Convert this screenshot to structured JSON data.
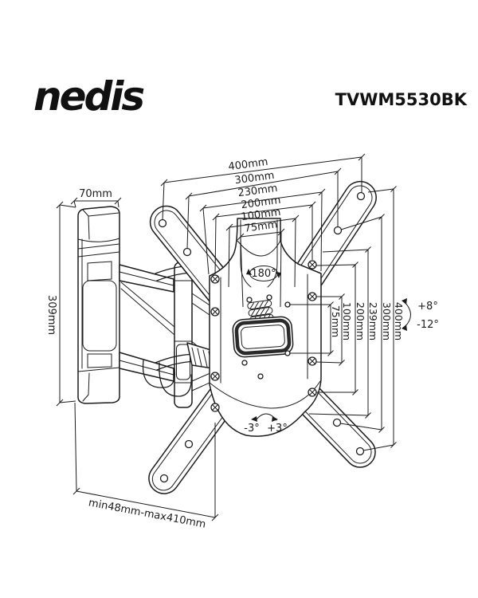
{
  "header": {
    "logo": "nedis",
    "product_code": "TVWM5530BK"
  },
  "dimensions": {
    "top": [
      "400mm",
      "300mm",
      "230mm",
      "200mm",
      "100mm",
      "75mm"
    ],
    "right": [
      "75mm",
      "100mm",
      "200mm",
      "239mm",
      "300mm",
      "400mm"
    ],
    "wall_plate_width": "70mm",
    "wall_plate_height": "309mm",
    "extension_range": "min48mm-max410mm"
  },
  "angles": {
    "swivel": "180°",
    "tilt_up": "+8°",
    "tilt_down": "-12°",
    "rotate_left": "-3°",
    "rotate_right": "+3°"
  },
  "colors": {
    "line": "#1c1c1c",
    "background": "#ffffff"
  }
}
